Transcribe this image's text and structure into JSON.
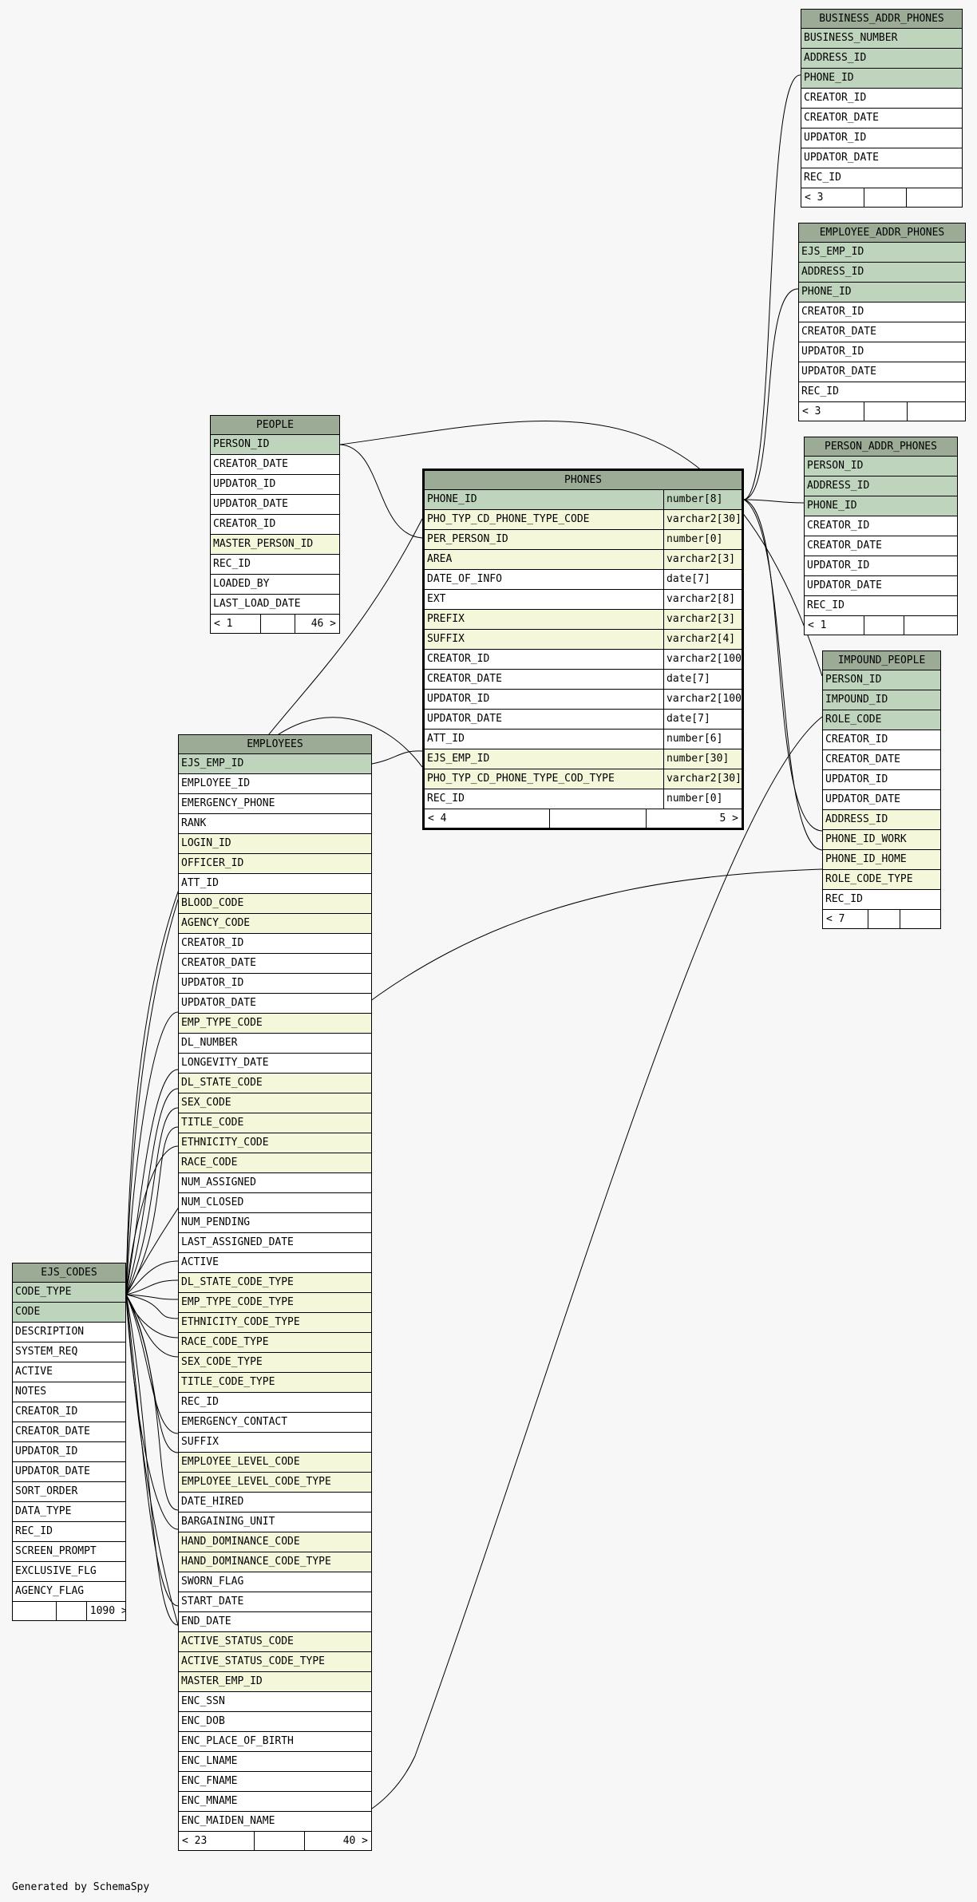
{
  "footer": "Generated by SchemaSpy",
  "colors": {
    "header": "#9cab96",
    "primary_key": "#bfd4bd",
    "foreign_key": "#f4f7da",
    "column": "#ffffff",
    "background": "#f7f7f7"
  },
  "tables": {
    "business_addr_phones": {
      "name": "BUSINESS_ADDR_PHONES",
      "columns": [
        {
          "name": "BUSINESS_NUMBER",
          "kind": "pk"
        },
        {
          "name": "ADDRESS_ID",
          "kind": "pk"
        },
        {
          "name": "PHONE_ID",
          "kind": "pk"
        },
        {
          "name": "CREATOR_ID",
          "kind": "plain"
        },
        {
          "name": "CREATOR_DATE",
          "kind": "plain"
        },
        {
          "name": "UPDATOR_ID",
          "kind": "plain"
        },
        {
          "name": "UPDATOR_DATE",
          "kind": "plain"
        },
        {
          "name": "REC_ID",
          "kind": "plain"
        }
      ],
      "footer": [
        "< 3",
        "",
        ""
      ]
    },
    "employee_addr_phones": {
      "name": "EMPLOYEE_ADDR_PHONES",
      "columns": [
        {
          "name": "EJS_EMP_ID",
          "kind": "pk"
        },
        {
          "name": "ADDRESS_ID",
          "kind": "pk"
        },
        {
          "name": "PHONE_ID",
          "kind": "pk"
        },
        {
          "name": "CREATOR_ID",
          "kind": "plain"
        },
        {
          "name": "CREATOR_DATE",
          "kind": "plain"
        },
        {
          "name": "UPDATOR_ID",
          "kind": "plain"
        },
        {
          "name": "UPDATOR_DATE",
          "kind": "plain"
        },
        {
          "name": "REC_ID",
          "kind": "plain"
        }
      ],
      "footer": [
        "< 3",
        "",
        ""
      ]
    },
    "person_addr_phones": {
      "name": "PERSON_ADDR_PHONES",
      "columns": [
        {
          "name": "PERSON_ID",
          "kind": "pk"
        },
        {
          "name": "ADDRESS_ID",
          "kind": "pk"
        },
        {
          "name": "PHONE_ID",
          "kind": "pk"
        },
        {
          "name": "CREATOR_ID",
          "kind": "plain"
        },
        {
          "name": "CREATOR_DATE",
          "kind": "plain"
        },
        {
          "name": "UPDATOR_ID",
          "kind": "plain"
        },
        {
          "name": "UPDATOR_DATE",
          "kind": "plain"
        },
        {
          "name": "REC_ID",
          "kind": "plain"
        }
      ],
      "footer": [
        "< 1",
        "",
        ""
      ]
    },
    "people": {
      "name": "PEOPLE",
      "columns": [
        {
          "name": "PERSON_ID",
          "kind": "pk"
        },
        {
          "name": "CREATOR_DATE",
          "kind": "plain"
        },
        {
          "name": "UPDATOR_ID",
          "kind": "plain"
        },
        {
          "name": "UPDATOR_DATE",
          "kind": "plain"
        },
        {
          "name": "CREATOR_ID",
          "kind": "plain"
        },
        {
          "name": "MASTER_PERSON_ID",
          "kind": "fk"
        },
        {
          "name": "REC_ID",
          "kind": "plain"
        },
        {
          "name": "LOADED_BY",
          "kind": "plain"
        },
        {
          "name": "LAST_LOAD_DATE",
          "kind": "plain"
        }
      ],
      "footer": [
        "< 1",
        "",
        "46 >"
      ]
    },
    "phones": {
      "name": "PHONES",
      "columns": [
        {
          "name": "PHONE_ID",
          "type": "number[8]",
          "kind": "pk"
        },
        {
          "name": "PHO_TYP_CD_PHONE_TYPE_CODE",
          "type": "varchar2[30]",
          "kind": "fk"
        },
        {
          "name": "PER_PERSON_ID",
          "type": "number[0]",
          "kind": "fk"
        },
        {
          "name": "AREA",
          "type": "varchar2[3]",
          "kind": "fk"
        },
        {
          "name": "DATE_OF_INFO",
          "type": "date[7]",
          "kind": "plain"
        },
        {
          "name": "EXT",
          "type": "varchar2[8]",
          "kind": "plain"
        },
        {
          "name": "PREFIX",
          "type": "varchar2[3]",
          "kind": "fk"
        },
        {
          "name": "SUFFIX",
          "type": "varchar2[4]",
          "kind": "fk"
        },
        {
          "name": "CREATOR_ID",
          "type": "varchar2[100]",
          "kind": "plain"
        },
        {
          "name": "CREATOR_DATE",
          "type": "date[7]",
          "kind": "plain"
        },
        {
          "name": "UPDATOR_ID",
          "type": "varchar2[100]",
          "kind": "plain"
        },
        {
          "name": "UPDATOR_DATE",
          "type": "date[7]",
          "kind": "plain"
        },
        {
          "name": "ATT_ID",
          "type": "number[6]",
          "kind": "plain"
        },
        {
          "name": "EJS_EMP_ID",
          "type": "number[30]",
          "kind": "fk"
        },
        {
          "name": "PHO_TYP_CD_PHONE_TYPE_COD_TYPE",
          "type": "varchar2[30]",
          "kind": "fk"
        },
        {
          "name": "REC_ID",
          "type": "number[0]",
          "kind": "plain"
        }
      ],
      "footer": [
        "< 4",
        "",
        "5 >"
      ]
    },
    "impound_people": {
      "name": "IMPOUND_PEOPLE",
      "columns": [
        {
          "name": "PERSON_ID",
          "kind": "pk"
        },
        {
          "name": "IMPOUND_ID",
          "kind": "pk"
        },
        {
          "name": "ROLE_CODE",
          "kind": "pk"
        },
        {
          "name": "CREATOR_ID",
          "kind": "plain"
        },
        {
          "name": "CREATOR_DATE",
          "kind": "plain"
        },
        {
          "name": "UPDATOR_ID",
          "kind": "plain"
        },
        {
          "name": "UPDATOR_DATE",
          "kind": "plain"
        },
        {
          "name": "ADDRESS_ID",
          "kind": "fk"
        },
        {
          "name": "PHONE_ID_WORK",
          "kind": "fk"
        },
        {
          "name": "PHONE_ID_HOME",
          "kind": "fk"
        },
        {
          "name": "ROLE_CODE_TYPE",
          "kind": "fk"
        },
        {
          "name": "REC_ID",
          "kind": "plain"
        }
      ],
      "footer": [
        "< 7",
        "",
        ""
      ]
    },
    "employees": {
      "name": "EMPLOYEES",
      "columns": [
        {
          "name": "EJS_EMP_ID",
          "kind": "pk"
        },
        {
          "name": "EMPLOYEE_ID",
          "kind": "plain"
        },
        {
          "name": "EMERGENCY_PHONE",
          "kind": "plain"
        },
        {
          "name": "RANK",
          "kind": "plain"
        },
        {
          "name": "LOGIN_ID",
          "kind": "fk"
        },
        {
          "name": "OFFICER_ID",
          "kind": "fk"
        },
        {
          "name": "ATT_ID",
          "kind": "plain"
        },
        {
          "name": "BLOOD_CODE",
          "kind": "fk"
        },
        {
          "name": "AGENCY_CODE",
          "kind": "fk"
        },
        {
          "name": "CREATOR_ID",
          "kind": "plain"
        },
        {
          "name": "CREATOR_DATE",
          "kind": "plain"
        },
        {
          "name": "UPDATOR_ID",
          "kind": "plain"
        },
        {
          "name": "UPDATOR_DATE",
          "kind": "plain"
        },
        {
          "name": "EMP_TYPE_CODE",
          "kind": "fk"
        },
        {
          "name": "DL_NUMBER",
          "kind": "plain"
        },
        {
          "name": "LONGEVITY_DATE",
          "kind": "plain"
        },
        {
          "name": "DL_STATE_CODE",
          "kind": "fk"
        },
        {
          "name": "SEX_CODE",
          "kind": "fk"
        },
        {
          "name": "TITLE_CODE",
          "kind": "fk"
        },
        {
          "name": "ETHNICITY_CODE",
          "kind": "fk"
        },
        {
          "name": "RACE_CODE",
          "kind": "fk"
        },
        {
          "name": "NUM_ASSIGNED",
          "kind": "plain"
        },
        {
          "name": "NUM_CLOSED",
          "kind": "plain"
        },
        {
          "name": "NUM_PENDING",
          "kind": "plain"
        },
        {
          "name": "LAST_ASSIGNED_DATE",
          "kind": "plain"
        },
        {
          "name": "ACTIVE",
          "kind": "plain"
        },
        {
          "name": "DL_STATE_CODE_TYPE",
          "kind": "fk"
        },
        {
          "name": "EMP_TYPE_CODE_TYPE",
          "kind": "fk"
        },
        {
          "name": "ETHNICITY_CODE_TYPE",
          "kind": "fk"
        },
        {
          "name": "RACE_CODE_TYPE",
          "kind": "fk"
        },
        {
          "name": "SEX_CODE_TYPE",
          "kind": "fk"
        },
        {
          "name": "TITLE_CODE_TYPE",
          "kind": "fk"
        },
        {
          "name": "REC_ID",
          "kind": "plain"
        },
        {
          "name": "EMERGENCY_CONTACT",
          "kind": "plain"
        },
        {
          "name": "SUFFIX",
          "kind": "plain"
        },
        {
          "name": "EMPLOYEE_LEVEL_CODE",
          "kind": "fk"
        },
        {
          "name": "EMPLOYEE_LEVEL_CODE_TYPE",
          "kind": "fk"
        },
        {
          "name": "DATE_HIRED",
          "kind": "plain"
        },
        {
          "name": "BARGAINING_UNIT",
          "kind": "plain"
        },
        {
          "name": "HAND_DOMINANCE_CODE",
          "kind": "fk"
        },
        {
          "name": "HAND_DOMINANCE_CODE_TYPE",
          "kind": "fk"
        },
        {
          "name": "SWORN_FLAG",
          "kind": "plain"
        },
        {
          "name": "START_DATE",
          "kind": "plain"
        },
        {
          "name": "END_DATE",
          "kind": "plain"
        },
        {
          "name": "ACTIVE_STATUS_CODE",
          "kind": "fk"
        },
        {
          "name": "ACTIVE_STATUS_CODE_TYPE",
          "kind": "fk"
        },
        {
          "name": "MASTER_EMP_ID",
          "kind": "fk"
        },
        {
          "name": "ENC_SSN",
          "kind": "plain"
        },
        {
          "name": "ENC_DOB",
          "kind": "plain"
        },
        {
          "name": "ENC_PLACE_OF_BIRTH",
          "kind": "plain"
        },
        {
          "name": "ENC_LNAME",
          "kind": "plain"
        },
        {
          "name": "ENC_FNAME",
          "kind": "plain"
        },
        {
          "name": "ENC_MNAME",
          "kind": "plain"
        },
        {
          "name": "ENC_MAIDEN_NAME",
          "kind": "plain"
        }
      ],
      "footer": [
        "< 23",
        "",
        "40 >"
      ]
    },
    "ejs_codes": {
      "name": "EJS_CODES",
      "columns": [
        {
          "name": "CODE_TYPE",
          "kind": "pk"
        },
        {
          "name": "CODE",
          "kind": "pk"
        },
        {
          "name": "DESCRIPTION",
          "kind": "plain"
        },
        {
          "name": "SYSTEM_REQ",
          "kind": "plain"
        },
        {
          "name": "ACTIVE",
          "kind": "plain"
        },
        {
          "name": "NOTES",
          "kind": "plain"
        },
        {
          "name": "CREATOR_ID",
          "kind": "plain"
        },
        {
          "name": "CREATOR_DATE",
          "kind": "plain"
        },
        {
          "name": "UPDATOR_ID",
          "kind": "plain"
        },
        {
          "name": "UPDATOR_DATE",
          "kind": "plain"
        },
        {
          "name": "SORT_ORDER",
          "kind": "plain"
        },
        {
          "name": "DATA_TYPE",
          "kind": "plain"
        },
        {
          "name": "REC_ID",
          "kind": "plain"
        },
        {
          "name": "SCREEN_PROMPT",
          "kind": "plain"
        },
        {
          "name": "EXCLUSIVE_FLG",
          "kind": "plain"
        },
        {
          "name": "AGENCY_FLAG",
          "kind": "plain"
        }
      ],
      "footer": [
        "",
        "",
        "1090 >"
      ]
    }
  }
}
